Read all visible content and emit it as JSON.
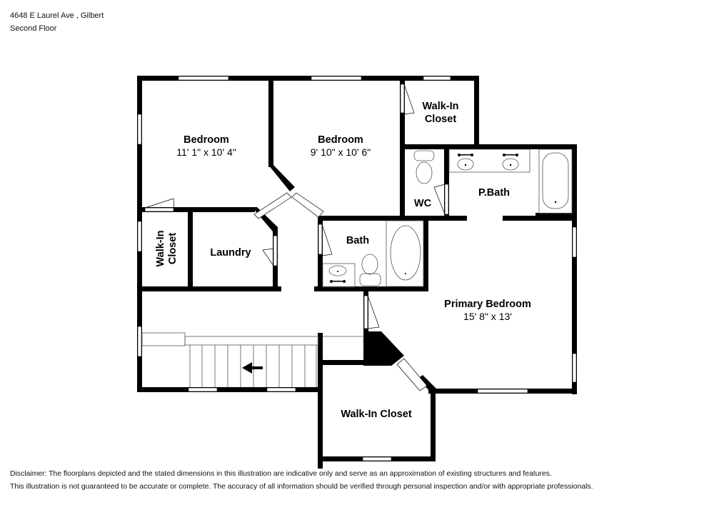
{
  "header": {
    "address": "4648 E Laurel Ave , Gilbert",
    "floor": "Second Floor"
  },
  "rooms": {
    "bedroom1": {
      "name": "Bedroom",
      "dims": "11' 1\" x 10' 4\""
    },
    "bedroom2": {
      "name": "Bedroom",
      "dims": "9' 10\" x 10' 6\""
    },
    "walkin_top": {
      "line1": "Walk-In",
      "line2": "Closet"
    },
    "wc": {
      "name": "WC"
    },
    "pbath": {
      "name": "P.Bath"
    },
    "walkin_left": {
      "line1": "Walk-In",
      "line2": "Closet"
    },
    "laundry": {
      "name": "Laundry"
    },
    "bath": {
      "name": "Bath"
    },
    "primary": {
      "name": "Primary Bedroom",
      "dims": "15' 8\" x 13'"
    },
    "walkin_bottom": {
      "name": "Walk-In Closet"
    }
  },
  "disclaimer": {
    "line1": "Disclaimer: The floorplans depicted and the stated dimensions in this illustration are indicative only and serve as an approximation of existing structures and features.",
    "line2": "This illustration is not guaranteed to be accurate or complete. The accuracy of all information should be verified through personal inspection and/or with appropriate professionals."
  },
  "colors": {
    "wall": "#000000",
    "fixture": "#555555",
    "background": "#ffffff"
  }
}
